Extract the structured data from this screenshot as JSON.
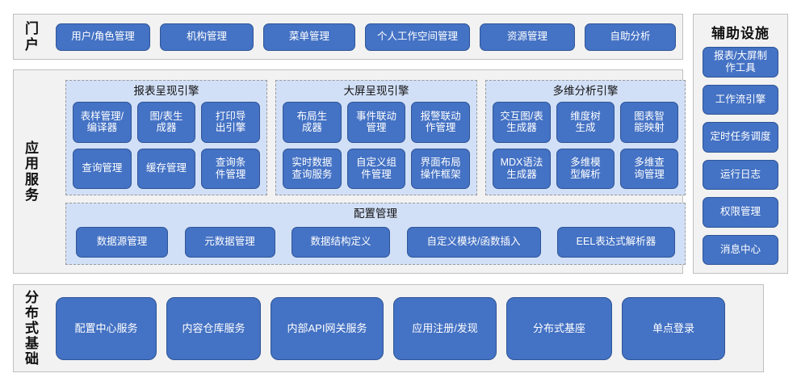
{
  "layers": {
    "portal": {
      "label": "门户",
      "items": [
        {
          "text": "用户/角色管理",
          "width": 117
        },
        {
          "text": "机构管理",
          "width": 116
        },
        {
          "text": "菜单管理",
          "width": 114
        },
        {
          "text": "个人工作空间管理",
          "width": 130
        },
        {
          "text": "资源管理",
          "width": 118
        },
        {
          "text": "自助分析",
          "width": 113
        }
      ]
    },
    "app_service": {
      "label": "应用服务",
      "groups": [
        {
          "title": "报表呈现引擎",
          "rows": [
            [
              "表样管理/\n编译器",
              "图/表生\n成器",
              "打印导\n出引擎"
            ],
            [
              "查询管理",
              "缓存管理",
              "查询条\n件管理"
            ]
          ]
        },
        {
          "title": "大屏呈现引擎",
          "rows": [
            [
              "布局生\n成器",
              "事件联动\n管理",
              "报警联动\n作管理"
            ],
            [
              "实时数据\n查询服务",
              "自定义组\n件管理",
              "界面布局\n操作框架"
            ]
          ]
        },
        {
          "title": "多维分析引擎",
          "rows": [
            [
              "交互图/表\n生成器",
              "维度树\n生成",
              "图表智\n能映射"
            ],
            [
              "MDX语法\n生成器",
              "多维模\n型解析",
              "多维查\n询管理"
            ]
          ]
        }
      ],
      "config": {
        "title": "配置管理",
        "items": [
          {
            "text": "数据源管理",
            "width": 114
          },
          {
            "text": "元数据管理",
            "width": 112
          },
          {
            "text": "数据结构定义",
            "width": 122
          },
          {
            "text": "自定义模块/函数插入",
            "width": 166
          },
          {
            "text": "EEL表达式解析器",
            "width": 146
          }
        ]
      }
    },
    "infrastructure": {
      "label": "分布式基础",
      "items": [
        {
          "text": "配置中心服务",
          "width": 125
        },
        {
          "text": "内容仓库服务",
          "width": 117
        },
        {
          "text": "内部API网关服务",
          "width": 140
        },
        {
          "text": "应用注册/发现",
          "width": 128
        },
        {
          "text": "分布式基座",
          "width": 131
        },
        {
          "text": "单点登录",
          "width": 128
        }
      ]
    },
    "aux": {
      "title": "辅助设施",
      "items": [
        "报表/大屏制\n作工具",
        "工作流引擎",
        "定时任务调度",
        "运行日志",
        "权限管理",
        "消息中心"
      ]
    }
  },
  "colors": {
    "button_fill": "#4472C4",
    "button_border": "#2F5597",
    "panel_fill": "#F2F2F2",
    "panel_border": "#BFBFBF",
    "group_fill": "#D2E0F7",
    "group_border": "#9A9A9A",
    "text_light": "#FFFFFF",
    "text_dark": "#111111"
  }
}
